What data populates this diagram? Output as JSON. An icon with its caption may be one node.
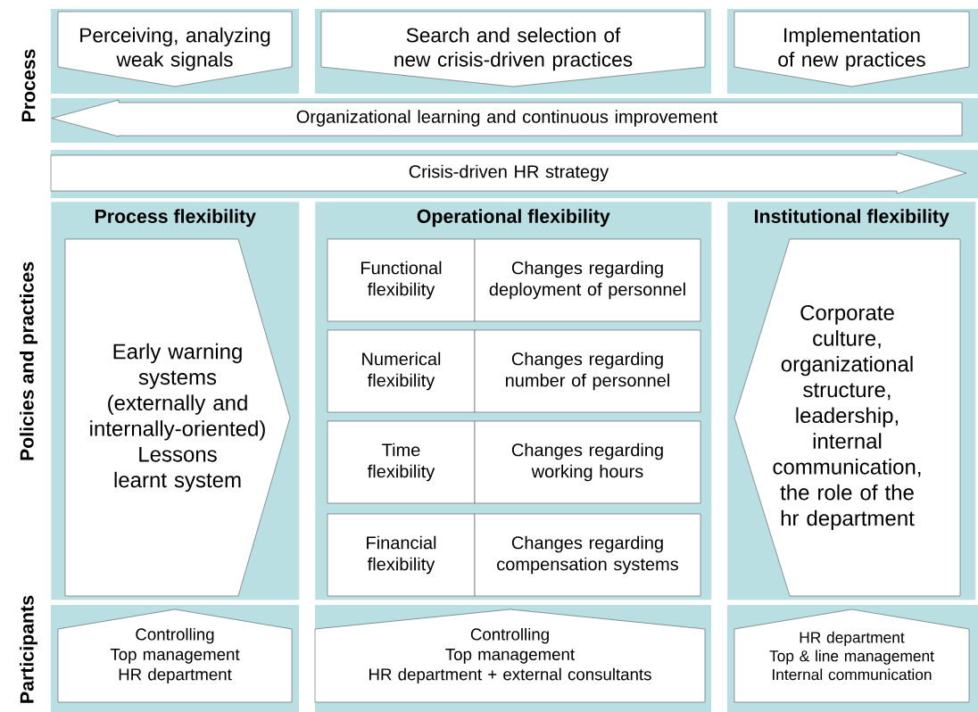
{
  "diagram": {
    "nodes": [
      {
        "text": [
          "Perceiving, analyzing weak signals"
        ]
      },
      {
        "text": [
          "Search and selection of new crisis-driven practices"
        ]
      },
      {
        "text": [
          "Implementation of new practices"
        ]
      },
      {
        "text": [
          "Organizational learning and continuous improvement"
        ]
      },
      {
        "text": [
          "Crisis-driven HR strategy"
        ]
      },
      {
        "text": [
          "Process flexibility"
        ]
      },
      {
        "text": [
          "Early warning systems (externally and internally-oriented)",
          "Lessons learnt system"
        ],
        "in": 5
      },
      {
        "text": [
          "Operational flexibility"
        ]
      },
      {
        "text": [
          "Functional flexibility"
        ],
        "in": 7
      },
      {
        "text": [
          "Changes regarding deployment of personnel"
        ],
        "in": 7
      },
      {
        "text": [
          "Numerical flexibility"
        ],
        "in": 7
      },
      {
        "text": [
          "Changes regarding number of personnel"
        ],
        "in": 7
      },
      {
        "text": [
          "Time flexibility"
        ],
        "in": 7
      },
      {
        "text": [
          "Changes regarding working hours"
        ],
        "in": 7
      },
      {
        "text": [
          "Financial flexibility"
        ],
        "in": 7
      },
      {
        "text": [
          "Changes regarding compensation systems"
        ],
        "in": 7
      },
      {
        "text": [
          "Institutional flexibility"
        ]
      },
      {
        "text": [
          "Corporate culture, organizational structure, leadership, internal communication, the role of the hr department"
        ],
        "in": 16
      },
      {
        "text": [
          "Controlling",
          "Top management",
          "HR department"
        ]
      },
      {
        "text": [
          "Controlling",
          "Top management",
          "HR department + external consultants"
        ]
      },
      {
        "text": [
          "HR department",
          "Top & line management",
          "Internal communication"
        ]
      }
    ],
    "labels": [
      "Process",
      "Policies and practices",
      "Participants"
    ]
  }
}
